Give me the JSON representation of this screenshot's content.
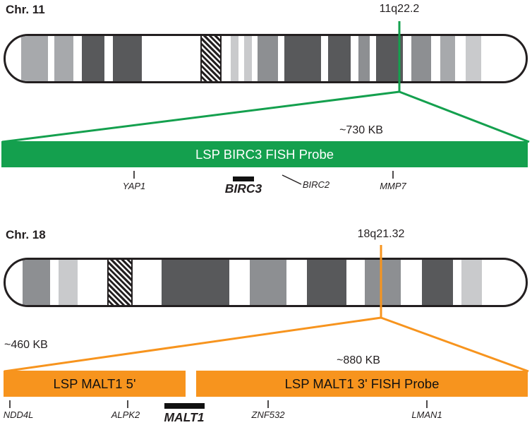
{
  "ideogram_colors": {
    "dark": "#58595b",
    "mid": "#8d8f92",
    "mid2": "#a7a9ac",
    "light": "#c9cacc"
  },
  "chr11": {
    "label": "Chr. 11",
    "band_label": "11q22.2",
    "accent_color": "#14a04e",
    "bands": [
      [
        3.0,
        8.2,
        "mid2"
      ],
      [
        9.4,
        13.0,
        "mid2"
      ],
      [
        14.6,
        19.0,
        "dark"
      ],
      [
        20.6,
        26.2,
        "dark"
      ],
      [
        43.3,
        44.8,
        "light"
      ],
      [
        45.8,
        47.3,
        "light"
      ],
      [
        48.4,
        52.4,
        "mid"
      ],
      [
        53.6,
        60.6,
        "dark"
      ],
      [
        62.0,
        66.4,
        "dark"
      ],
      [
        67.8,
        70.0,
        "mid"
      ],
      [
        71.2,
        76.4,
        "dark"
      ],
      [
        78.0,
        81.8,
        "mid"
      ],
      [
        83.6,
        86.4,
        "mid2"
      ],
      [
        88.4,
        91.4,
        "light"
      ]
    ],
    "centromere": [
      37.4,
      41.5
    ],
    "probe": {
      "size_label": "~730 KB",
      "name": "LSP BIRC3 FISH Probe"
    },
    "genes": {
      "yap1": "YAP1",
      "birc3": "BIRC3",
      "birc2": "BIRC2",
      "mmp7": "MMP7"
    }
  },
  "chr18": {
    "label": "Chr. 18",
    "band_label": "18q21.32",
    "accent_color": "#f7941e",
    "bands": [
      [
        3.2,
        8.6,
        "mid"
      ],
      [
        10.2,
        13.8,
        "light"
      ],
      [
        30.0,
        43.0,
        "dark"
      ],
      [
        47.0,
        54.0,
        "mid"
      ],
      [
        58.0,
        65.5,
        "dark"
      ],
      [
        69.0,
        76.0,
        "mid"
      ],
      [
        80.0,
        86.0,
        "dark"
      ],
      [
        87.6,
        91.6,
        "light"
      ]
    ],
    "centromere": [
      19.6,
      24.4
    ],
    "probes": {
      "five_prime": {
        "size_label": "~460 KB",
        "name": "LSP MALT1 5'"
      },
      "three_prime": {
        "size_label": "~880 KB",
        "name": "LSP MALT1 3' FISH Probe"
      }
    },
    "genes": {
      "nedd4l": "NDD4L",
      "alpk2": "ALPK2",
      "malt1": "MALT1",
      "znf532": "ZNF532",
      "lman1": "LMAN1"
    }
  }
}
